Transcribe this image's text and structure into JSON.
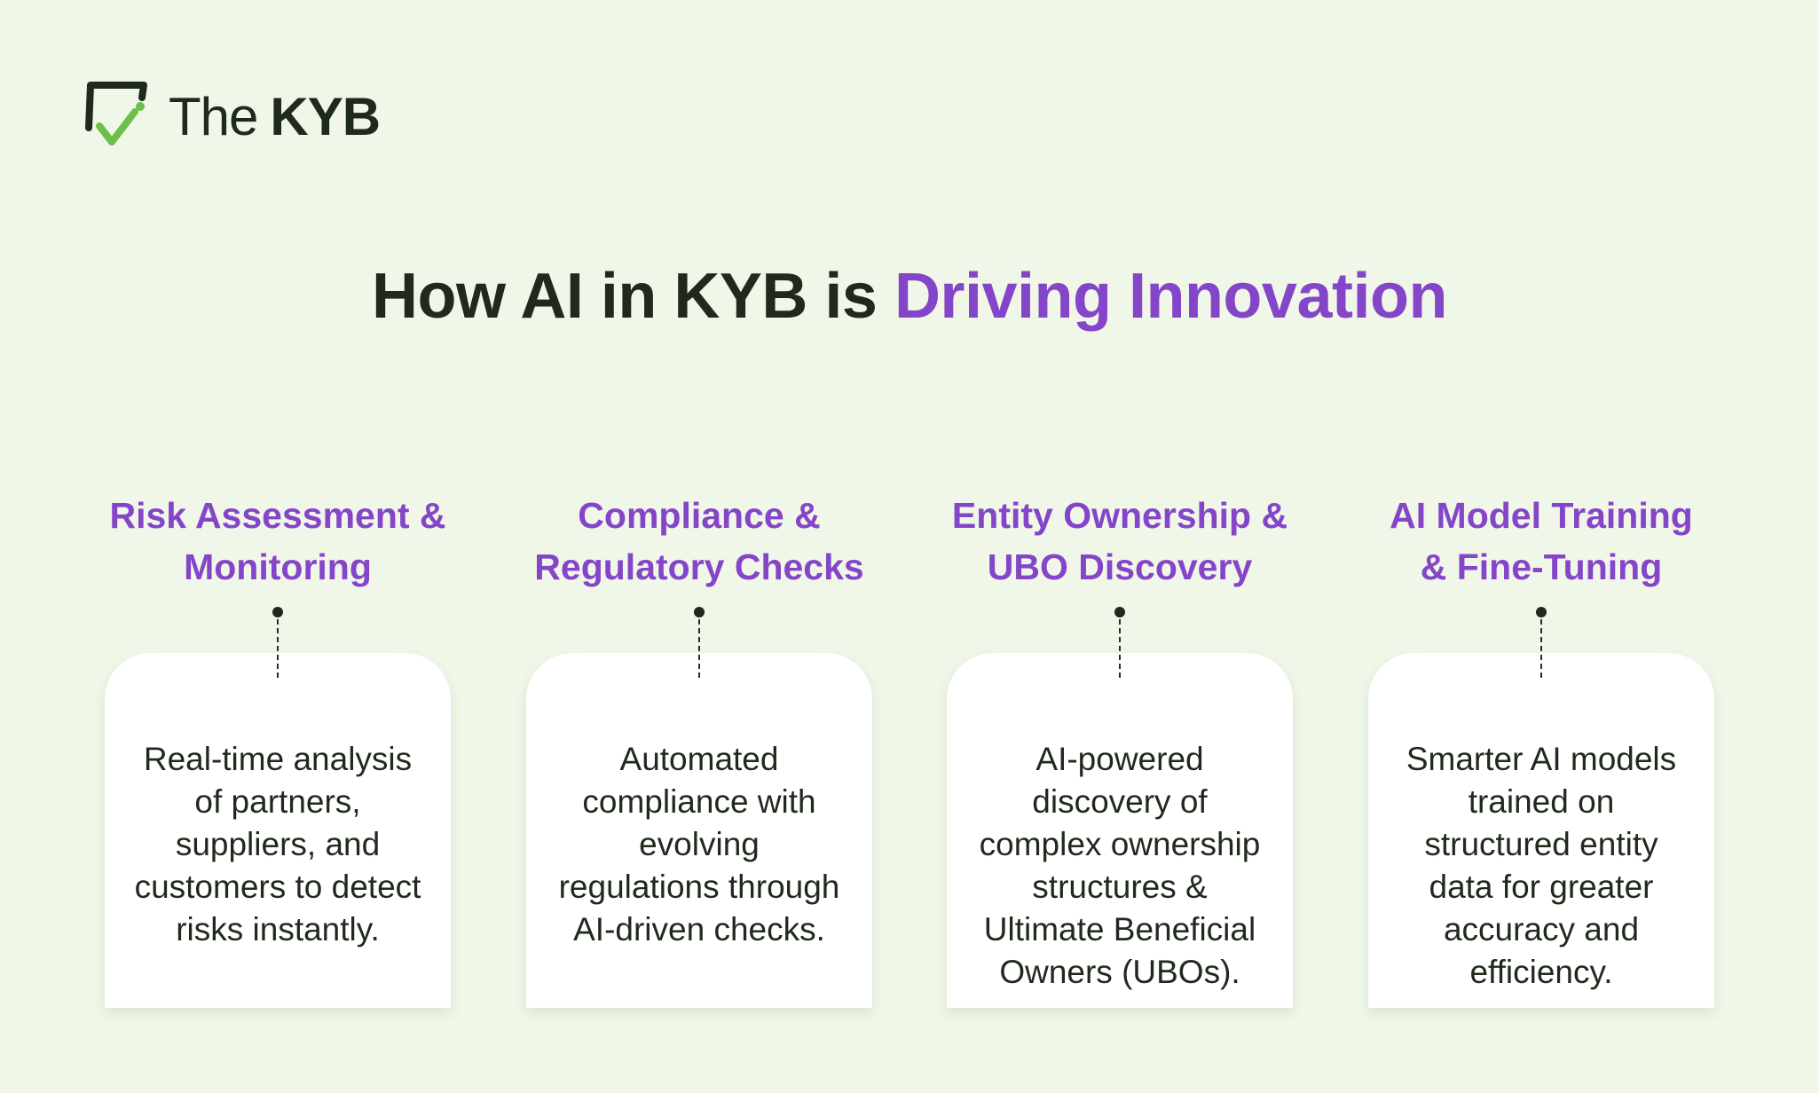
{
  "brand": {
    "name_light": "The",
    "name_bold": "KYB",
    "logo_icon": "shield-check-icon",
    "colors": {
      "dark": "#1e2a1c",
      "green": "#6cc04a"
    }
  },
  "headline": {
    "part1": "How AI in KYB is",
    "part2": "Driving Innovation"
  },
  "colors": {
    "background": "#f0f7e9",
    "accent": "#8545c8",
    "text": "#1f2a1c",
    "card": "#ffffff"
  },
  "items": [
    {
      "title_line1": "Risk Assessment &",
      "title_line2": "Monitoring",
      "desc_lines": [
        "Real-time analysis",
        "of partners,",
        "suppliers, and",
        "customers to detect",
        "risks instantly."
      ]
    },
    {
      "title_line1": "Compliance &",
      "title_line2": "Regulatory Checks",
      "desc_lines": [
        "Automated",
        "compliance with",
        "evolving",
        "regulations through",
        "AI-driven checks."
      ]
    },
    {
      "title_line1": "Entity Ownership &",
      "title_line2": "UBO Discovery",
      "desc_lines": [
        "AI-powered",
        "discovery of",
        "complex ownership",
        "structures &",
        "Ultimate Beneficial",
        "Owners (UBOs)."
      ]
    },
    {
      "title_line1": "AI Model Training",
      "title_line2": "& Fine-Tuning",
      "desc_lines": [
        "Smarter AI models",
        "trained on",
        "structured entity",
        "data for greater",
        "accuracy and",
        "efficiency."
      ]
    }
  ]
}
